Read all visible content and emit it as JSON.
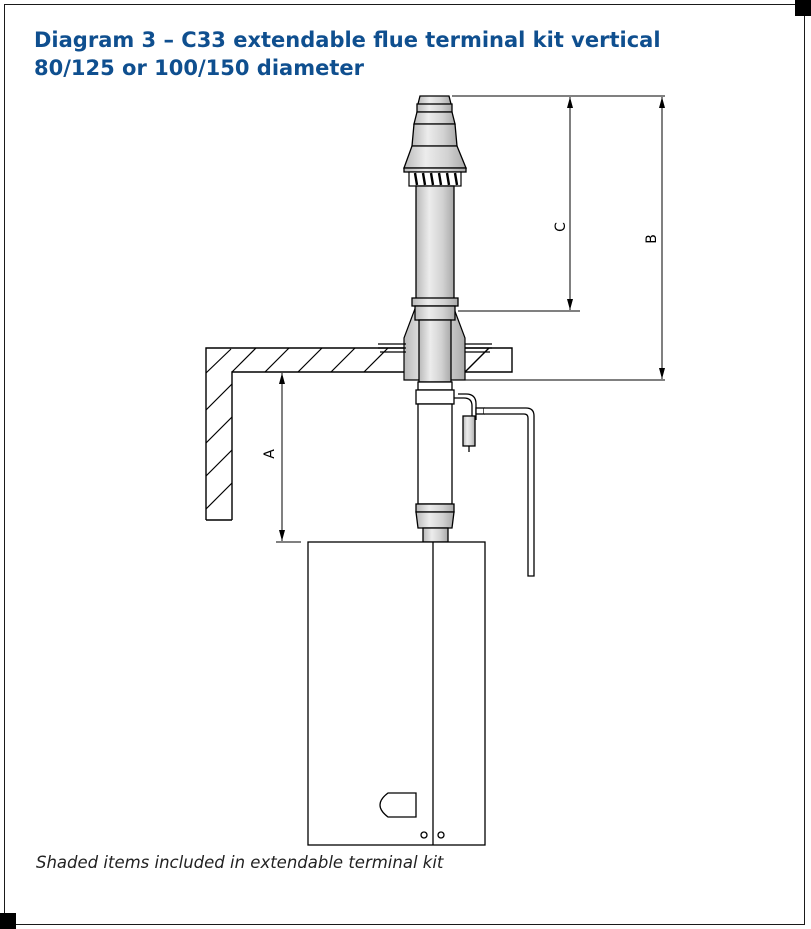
{
  "diagram": {
    "title_line1": "Diagram 3 – C33 extendable flue terminal kit vertical",
    "title_line2": "80/125 or 100/150 diameter",
    "caption": "Shaded items included in extendable terminal kit",
    "dimensions": {
      "a": "A",
      "b": "B",
      "c": "C"
    },
    "colors": {
      "title": "#0f4f8f",
      "shading": "#d3d3d3",
      "line": "#000000"
    }
  }
}
